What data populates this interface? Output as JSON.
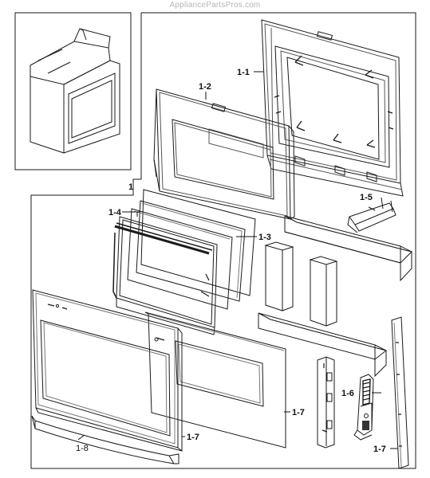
{
  "watermark": "AppliancePartsPros.com",
  "callouts": {
    "assembly": "1",
    "outer_panel": "1-1",
    "inner_door": "1-2",
    "glass_right": "1-3",
    "glass_left": "1-4",
    "bracket": "1-5",
    "hinge": "1-6",
    "trim_center": "1-7",
    "trim_lower": "1-7",
    "trim_side": "1-7",
    "handle": "1-8"
  }
}
